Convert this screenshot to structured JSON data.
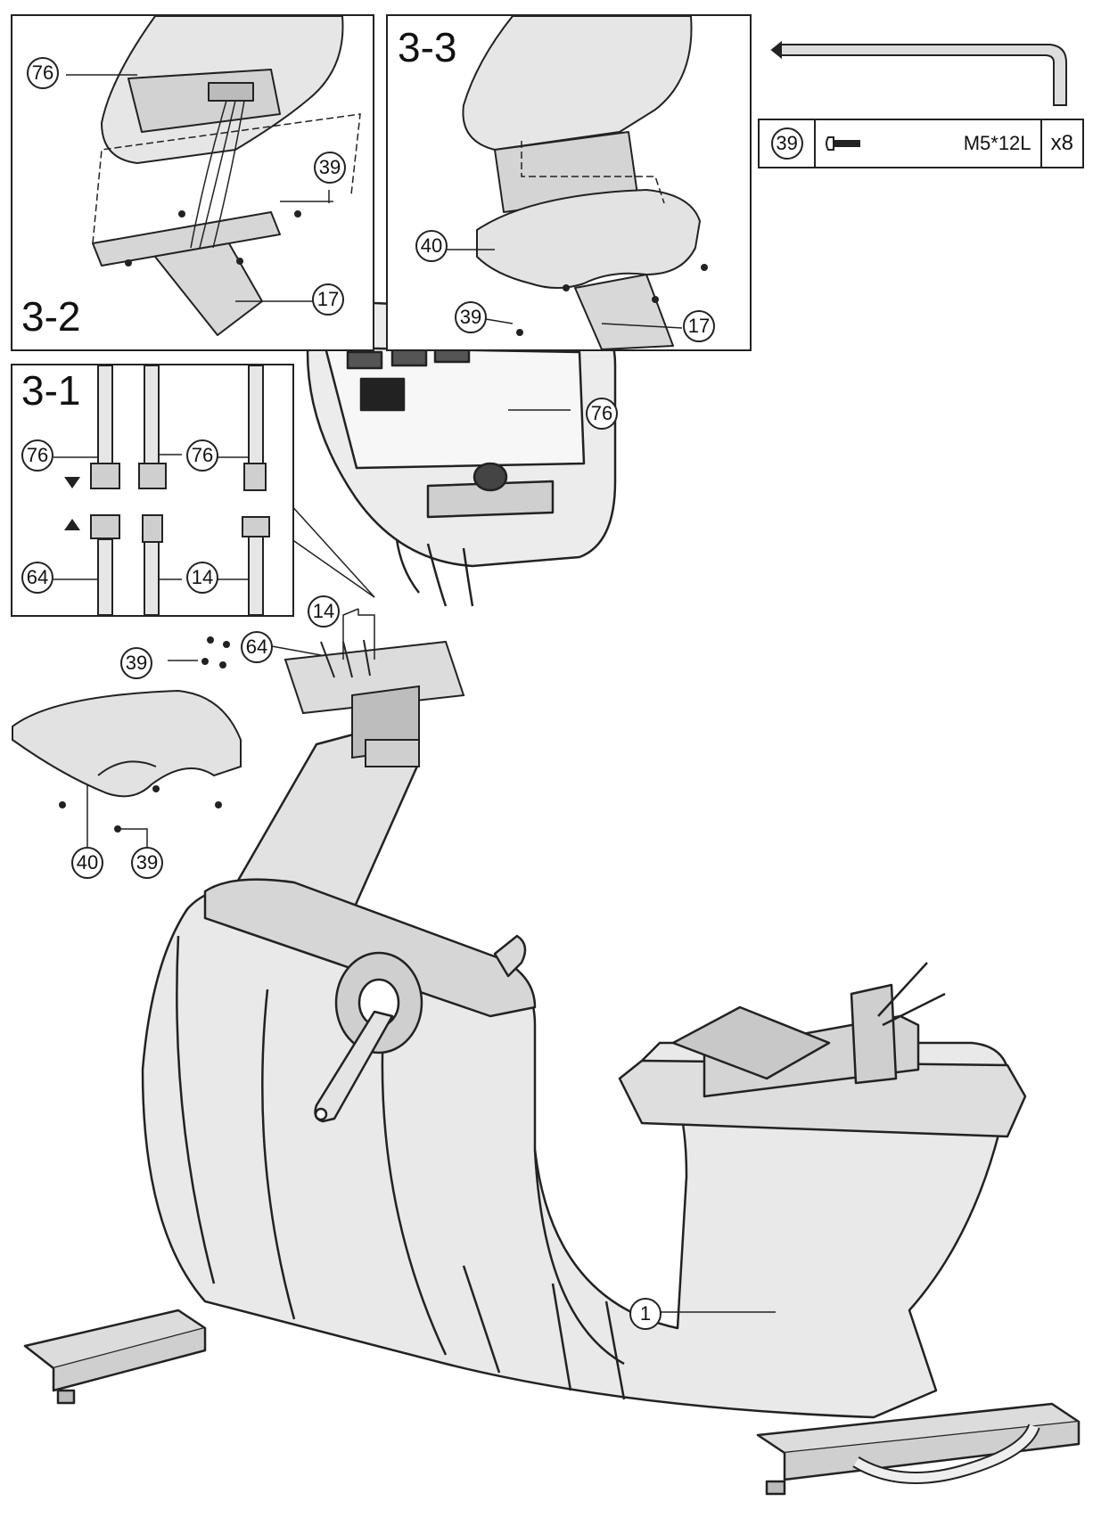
{
  "steps": {
    "step_3_1": "3-1",
    "step_3_2": "3-2",
    "step_3_3": "3-3"
  },
  "hardware_table": {
    "part_no": "39",
    "icon": "screw-icon",
    "spec": "M5*12L",
    "qty": "x8"
  },
  "callouts": {
    "p76": "76",
    "p39": "39",
    "p17": "17",
    "p40": "40",
    "p64": "64",
    "p14": "14",
    "p1": "1"
  },
  "colors": {
    "line": "#222222",
    "fill_light": "#e6e6e6",
    "fill_mid": "#cfcfcf",
    "fill_dark": "#9a9a9a"
  }
}
